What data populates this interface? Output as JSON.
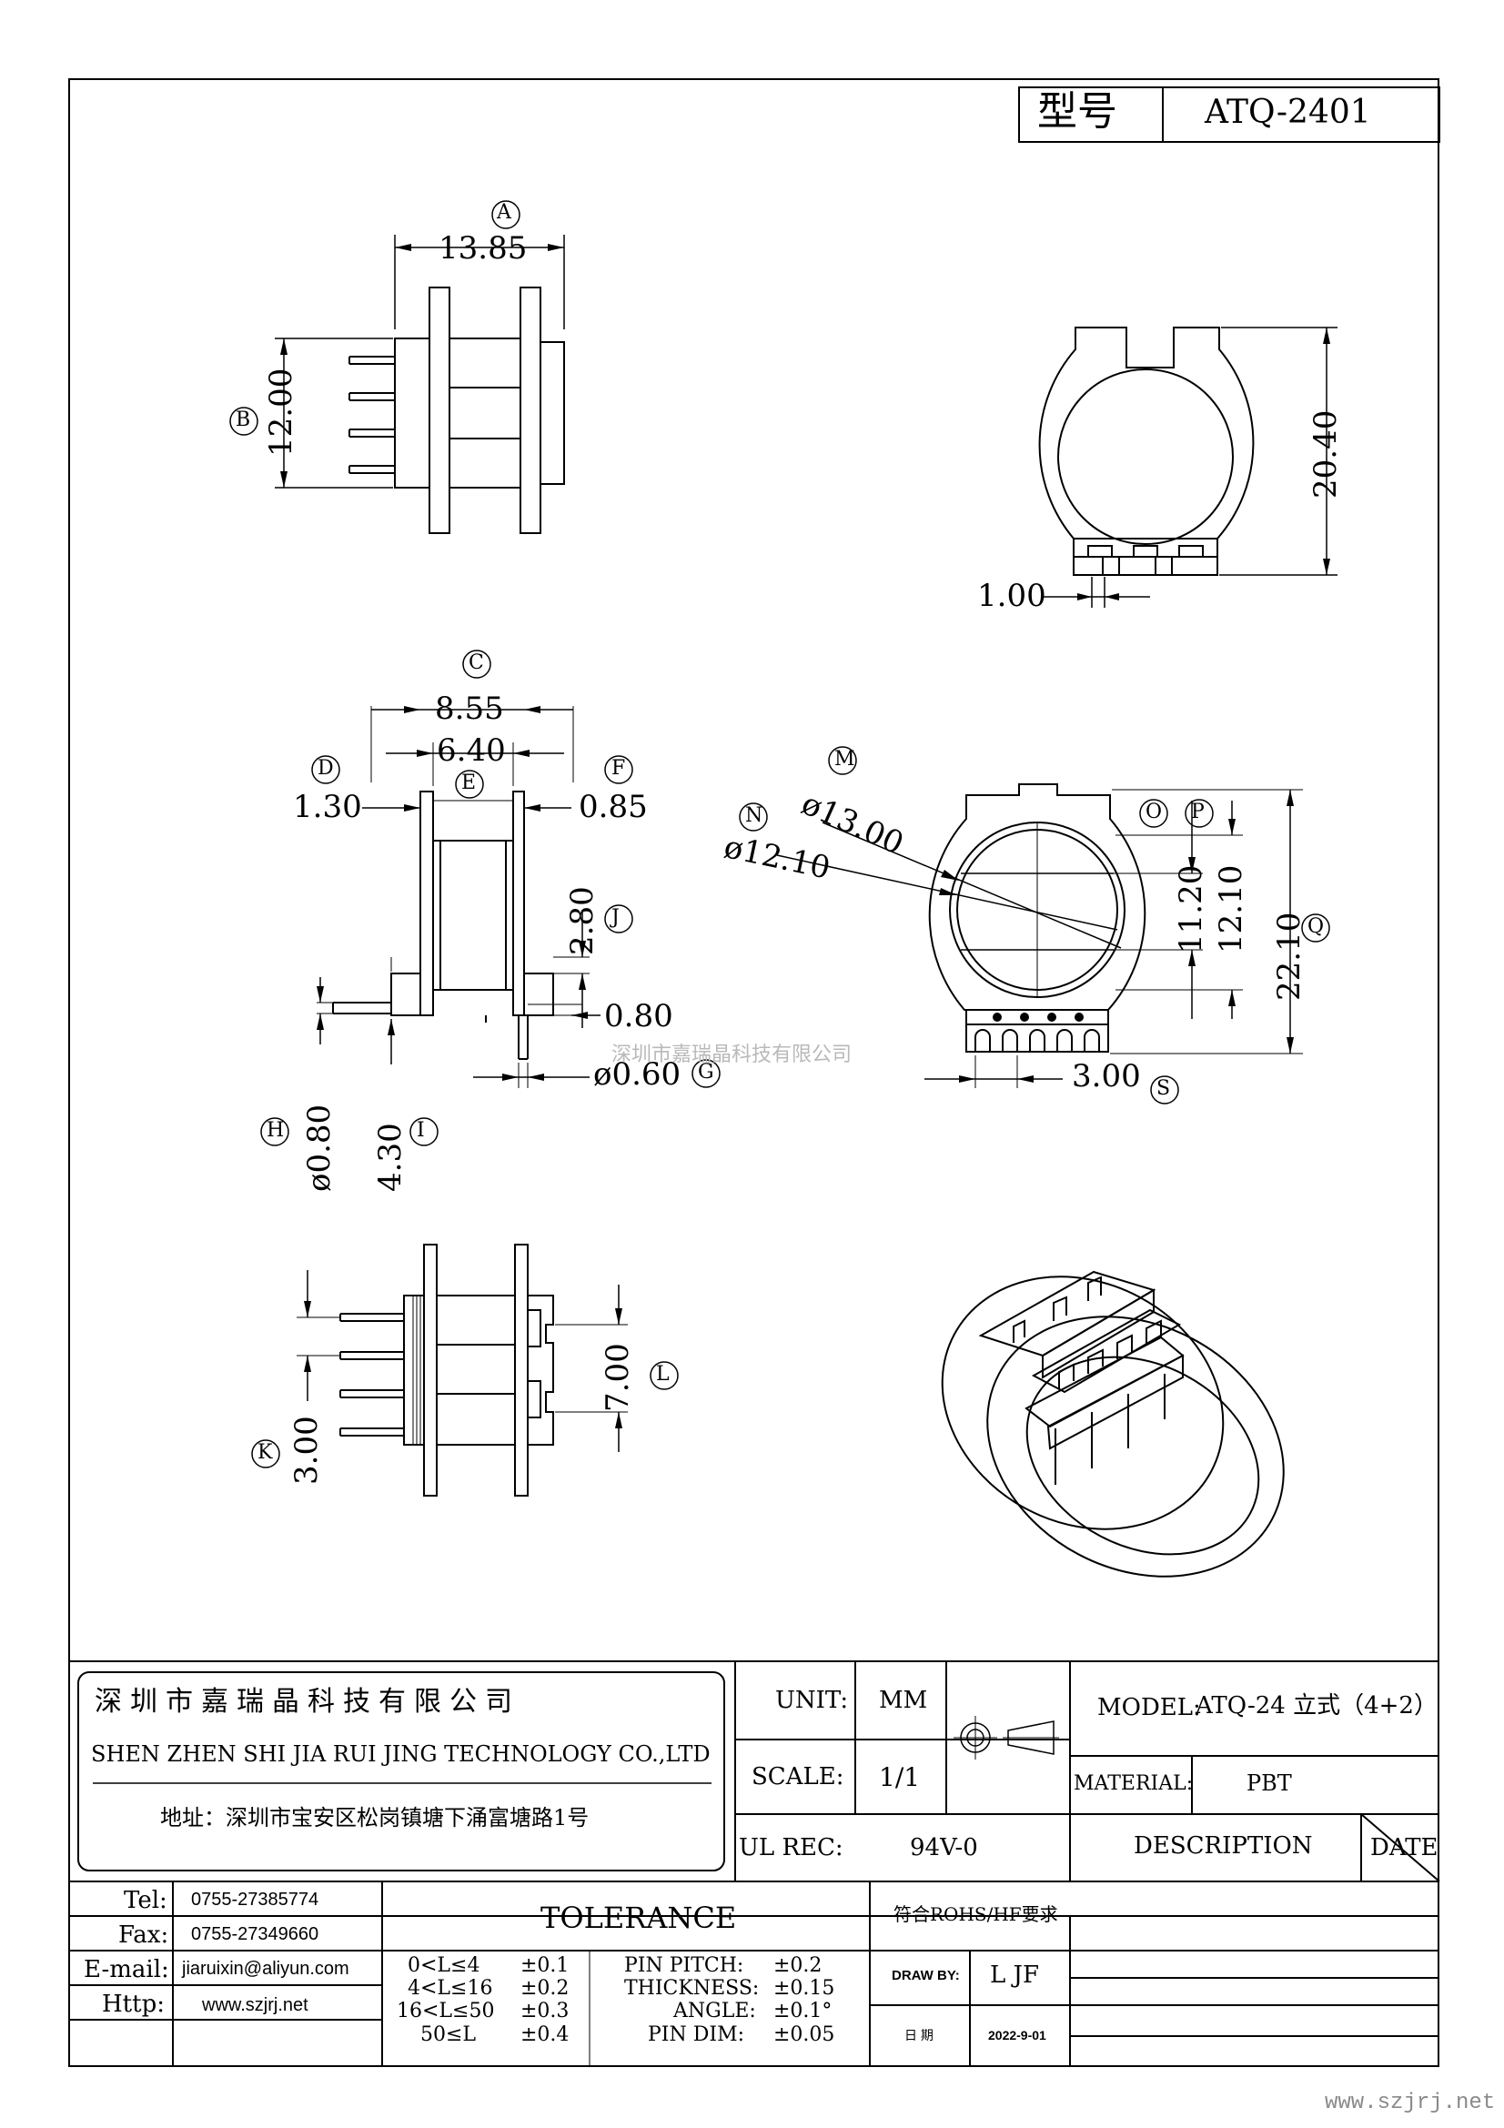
{
  "title_block": {
    "model_label": "型号",
    "model_value": "ATQ-2401"
  },
  "dimensions": {
    "A": "A",
    "A_val": "13.85",
    "B": "B",
    "B_val": "12.00",
    "top_right_h": "20.40",
    "top_right_gap": "1.00",
    "C": "C",
    "C_val": "8.55",
    "E_val": "6.40",
    "D": "D",
    "D_val": "1.30",
    "E": "E",
    "F": "F",
    "F_val": "0.85",
    "J": "J",
    "J_val": "2.80",
    "G_val1": "0.80",
    "G": "G",
    "G_val": "ø0.60",
    "H": "H",
    "H_val": "ø0.80",
    "I": "I",
    "I_val": "4.30",
    "M": "M",
    "M_val": "ø13.00",
    "N": "N",
    "N_val": "ø12.10",
    "O": "O",
    "O_val": "11.20",
    "P": "P",
    "P_val": "12.10",
    "Q": "Q",
    "Q_val": "22.10",
    "S": "S",
    "S_val": "3.00",
    "K": "K",
    "K_val": "3.00",
    "L": "L",
    "L_val": "7.00"
  },
  "watermark": "深圳市嘉瑞晶科技有限公司",
  "company": {
    "name_cn": "深圳市嘉瑞晶科技有限公司",
    "name_en": "SHEN ZHEN SHI   JIA RUI JING   TECHNOLOGY CO.,LTD",
    "address": "地址：深圳市宝安区松岗镇塘下涌富塘路1号"
  },
  "spec": {
    "unit_label": "UNIT:",
    "unit_value": "MM",
    "scale_label": "SCALE:",
    "scale_value": "1/1",
    "ul_label": "UL REC:",
    "ul_value": "94V-0",
    "model_label": "MODEL:",
    "model_value": "ATQ-24 立式（4+2）",
    "material_label": "MATERIAL:",
    "material_value": "PBT",
    "description_label": "DESCRIPTION",
    "date_label": "DATE"
  },
  "contact": {
    "tel_label": "Tel:",
    "tel_value": "0755-27385774",
    "fax_label": "Fax:",
    "fax_value": "0755-27349660",
    "email_label": "E-mail:",
    "email_value": "jiaruixin@aliyun.com",
    "http_label": "Http:",
    "http_value": "www.szjrj.net"
  },
  "tolerance": {
    "title": "TOLERANCE",
    "rows": [
      {
        "range": "0<L≤4",
        "tol": "±0.1"
      },
      {
        "range": "4<L≤16",
        "tol": "±0.2"
      },
      {
        "range": "16<L≤50",
        "tol": "±0.3"
      },
      {
        "range": "50≤L",
        "tol": "±0.4"
      }
    ],
    "pin_pitch_label": "PIN PITCH:",
    "pin_pitch": "±0.2",
    "thickness_label": "THICKNESS:",
    "thickness": "±0.15",
    "angle_label": "ANGLE:",
    "angle": "±0.1°",
    "pin_dim_label": "PIN DIM:",
    "pin_dim": "±0.05"
  },
  "compliance": "符合ROHS/HF要求",
  "draw_by_label": "DRAW BY:",
  "draw_by_value": "L JF",
  "date_cn_label": "日 期",
  "date_value": "2022-9-01",
  "footer_url": "www.szjrj.net"
}
